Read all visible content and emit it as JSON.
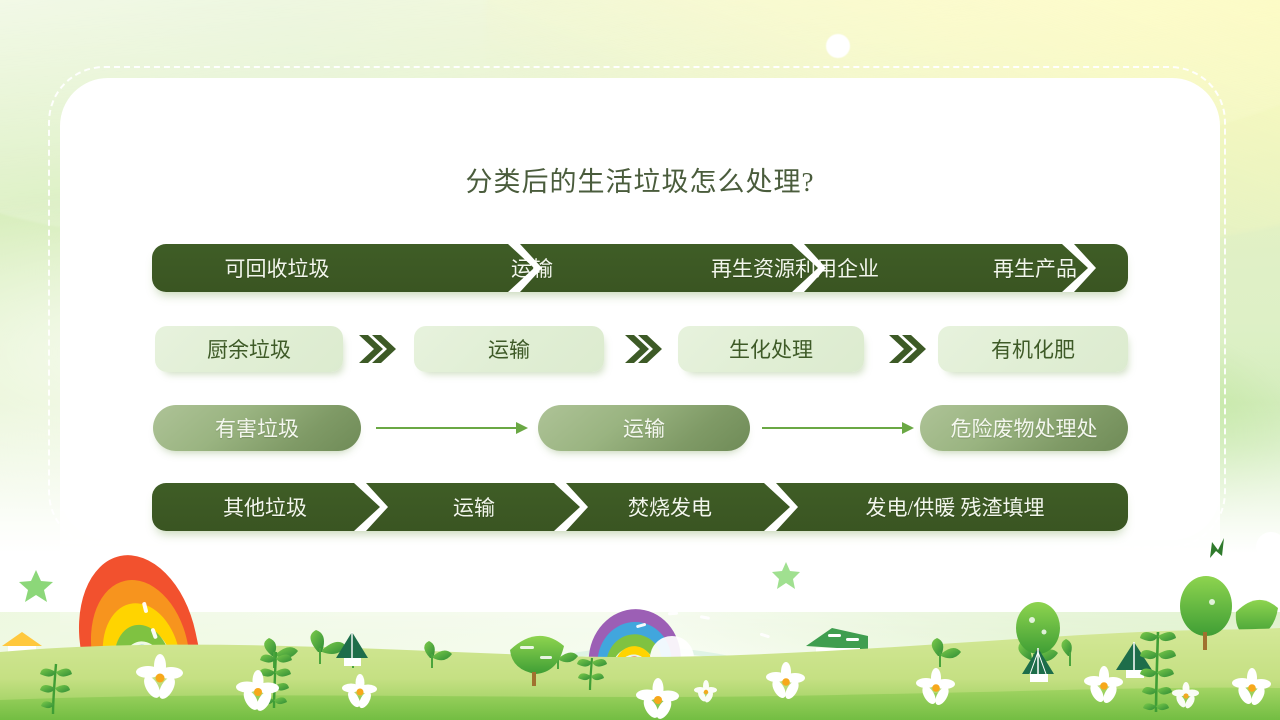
{
  "slide": {
    "title": "分类后的生活垃圾怎么处理?"
  },
  "flows": [
    {
      "id": "recyclable",
      "style": "solid-dark-chevron",
      "steps": [
        "可回收垃圾",
        "运输",
        "再生资源利用企业",
        "再生产品"
      ]
    },
    {
      "id": "kitchen",
      "style": "light-pill-double-chevron",
      "steps": [
        "厨余垃圾",
        "运输",
        "生化处理",
        "有机化肥"
      ]
    },
    {
      "id": "hazardous",
      "style": "gradient-capsule-arrow",
      "steps": [
        "有害垃圾",
        "运输",
        "危险废物处理处"
      ]
    },
    {
      "id": "other",
      "style": "solid-dark-chevron",
      "steps": [
        "其他垃圾",
        "运输",
        "焚烧发电",
        "发电/供暖  残渣填埋"
      ]
    }
  ],
  "colors": {
    "dark_green": "#3d5a26",
    "light_pill": "#e2efd8",
    "capsule_light": "#aec397",
    "capsule_dark": "#6f8b57",
    "title_text": "#4a5c3c",
    "arrow_green": "#6aa844",
    "page_bg_green": "#e4f3cc",
    "page_bg_yellow": "#f7f7c4",
    "grass": "#c3e08a"
  }
}
